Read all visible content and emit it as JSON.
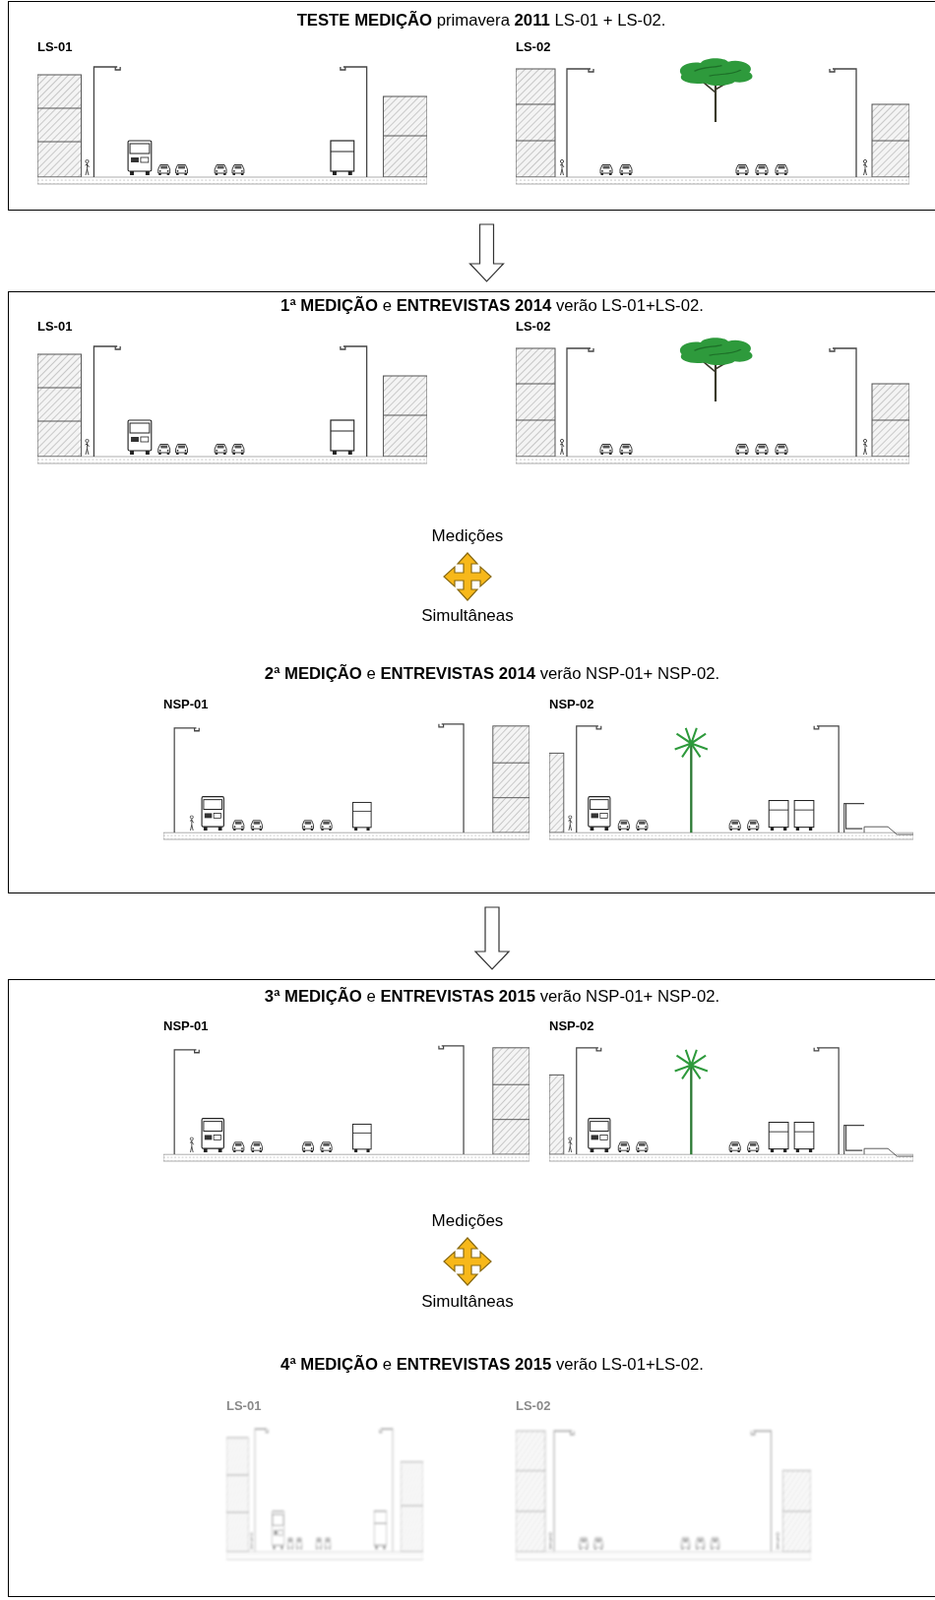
{
  "diagram": {
    "nodes": [
      {
        "text": [
          "TESTE MEDIÇÃO primavera 2011 LS-01 + LS-02."
        ]
      },
      {
        "text": [
          "1ª MEDIÇÃO e ENTREVISTAS 2014 verão LS-01+LS-02.",
          "2ª MEDIÇÃO e ENTREVISTAS 2014 verão NSP-01+ NSP-02."
        ]
      },
      {
        "text": [
          "3ª MEDIÇÃO e ENTREVISTAS 2015 verão NSP-01+ NSP-02.",
          "4ª MEDIÇÃO e ENTREVISTAS 2015 verão LS-01+LS-02."
        ]
      }
    ],
    "edges": [
      {
        "from": 0,
        "to": 1,
        "arrow": "to"
      },
      {
        "from": 1,
        "to": 2,
        "arrow": "to"
      }
    ],
    "labels": [
      "LS-01",
      "LS-02",
      "LS-01",
      "LS-02",
      "Medições",
      "Simultâneas",
      "NSP-01",
      "NSP-02",
      "NSP-01",
      "NSP-02",
      "Medições",
      "Simultâneas",
      "LS-01",
      "LS-02"
    ]
  }
}
